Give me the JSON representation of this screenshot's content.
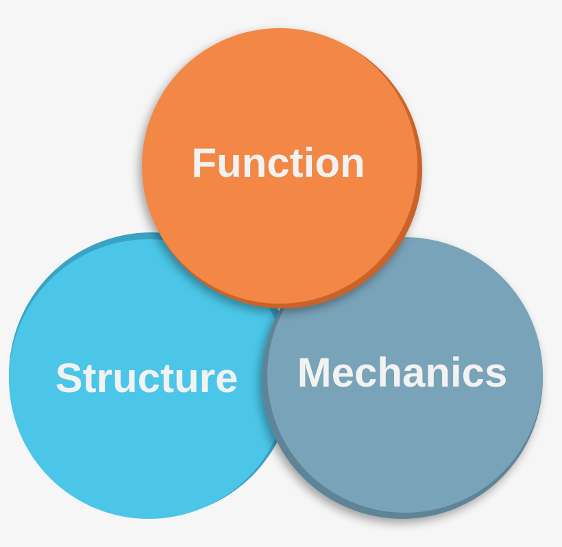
{
  "diagram": {
    "background": "#f6f6f6",
    "circles": [
      {
        "id": "structure",
        "label": "Structure",
        "fill": "#4bc6e8",
        "edge": "#3aa3c4"
      },
      {
        "id": "mechanics",
        "label": "Mechanics",
        "fill": "#79a3b8",
        "edge": "#5e8498"
      },
      {
        "id": "function",
        "label": "Function",
        "fill": "#f38744",
        "edge": "#c9642a"
      }
    ]
  }
}
